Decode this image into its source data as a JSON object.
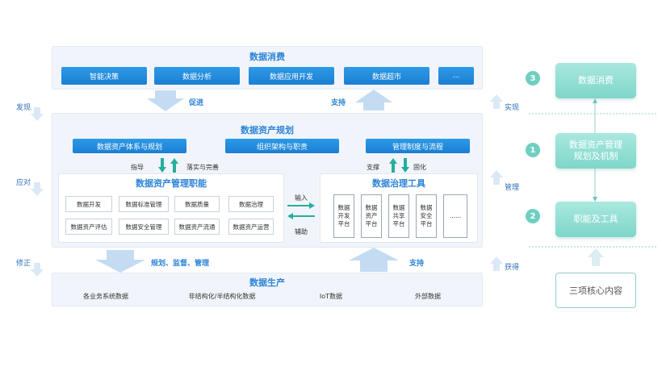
{
  "consumption": {
    "title": "数据消费",
    "items": [
      "智能决策",
      "数据分析",
      "数据应用开发",
      "数据超市",
      "..."
    ]
  },
  "arrows_top": {
    "promote": "促进",
    "support": "支持"
  },
  "planning": {
    "title": "数据资产规划",
    "items": [
      "数据资产体系与规划",
      "组织架构与职责",
      "管理制度与流程"
    ],
    "guide": "指导",
    "implement": "落实与完善",
    "support": "支撑",
    "solidify": "固化"
  },
  "mgmt": {
    "title": "数据资产管理职能",
    "row1": [
      "数据开发",
      "数据标准管理",
      "数据质量",
      "数据治理"
    ],
    "row2": [
      "数据资产评估",
      "数据安全管理",
      "数据资产流通",
      "数据资产运营"
    ]
  },
  "middle": {
    "input": "输入",
    "assist": "辅助"
  },
  "tools": {
    "title": "数据治理工具",
    "items": [
      "数据\n开发\n平台",
      "数据\n资产\n平台",
      "数据\n共享\n平台",
      "数据\n安全\n平台",
      "......"
    ]
  },
  "arrows_bottom": {
    "plan": "规划、监督、管理",
    "support": "支持"
  },
  "production": {
    "title": "数据生产",
    "items": [
      "各业务系统数据",
      "非结构化/半结构化数据",
      "IoT数据",
      "外部数据"
    ]
  },
  "left_labels": [
    "发现",
    "应对",
    "修正"
  ],
  "right_labels": [
    "实现",
    "管理",
    "获得"
  ],
  "right_panel": {
    "boxes": [
      {
        "num": "3",
        "text": "数据消费"
      },
      {
        "num": "1",
        "text": "数据资产管理\n规划及机制"
      },
      {
        "num": "2",
        "text": "职能及工具"
      }
    ],
    "core": "三项核心内容"
  },
  "colors": {
    "accent": "#2c83d8",
    "green": "#7fd6c9"
  }
}
